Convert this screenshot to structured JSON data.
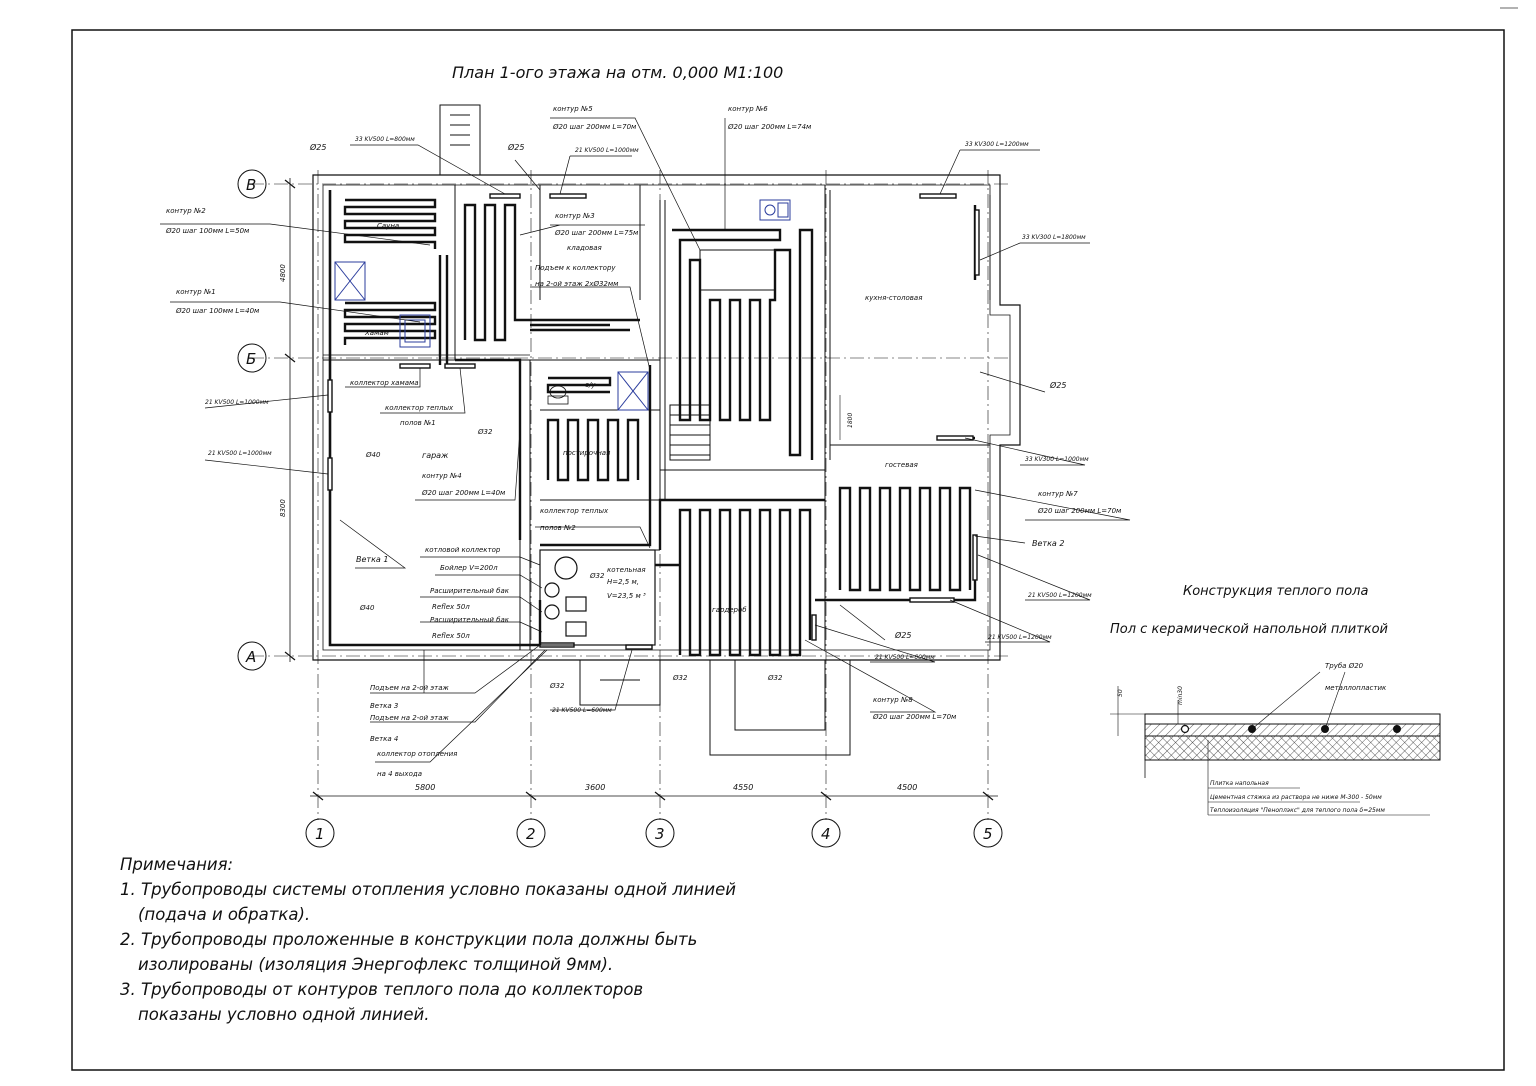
{
  "title": "План 1-ого этажа на отм. 0,000 М1:100",
  "axes": {
    "rows": [
      "В",
      "Б",
      "А"
    ],
    "cols": [
      "1",
      "2",
      "3",
      "4",
      "5"
    ],
    "col_dims": [
      "5800",
      "3600",
      "4550",
      "4500"
    ],
    "row_dims": [
      "4800",
      "8300",
      "1800"
    ]
  },
  "rooms": {
    "sauna": "Сауна",
    "hamam": "Хамам",
    "storage": "кладовая",
    "kitchen": "кухня-столовая",
    "garage": "гараж",
    "laundry": "постирочная",
    "wc": "с/у",
    "guest": "гостевая",
    "wardrobe": "гардероб",
    "boiler_room": "котельная",
    "boiler_room_h": "Н=2,5 м,",
    "boiler_room_v": "V=23,5 м ³"
  },
  "callouts": {
    "c5_title": "контур №5",
    "c5_spec": "Ø20 шаг 200мм L=70м",
    "c6_title": "контур №6",
    "c6_spec": "Ø20 шаг 200мм L=74м",
    "c2_title": "контур №2",
    "c2_spec": "Ø20 шаг 100мм L=50м",
    "c1_title": "контур №1",
    "c1_spec": "Ø20 шаг 100мм L=40м",
    "c3_title": "контур №3",
    "c3_spec": "Ø20 шаг 200мм L=75м",
    "c4_title": "контур №4",
    "c4_spec": "Ø20 шаг 200мм L=40м",
    "c7_title": "контур №7",
    "c7_spec": "Ø20 шаг 200мм L=70м",
    "c8_title": "контур №8",
    "c8_spec": "Ø20 шаг 200мм L=70м",
    "rad1": "33 KV500 L=800мм",
    "rad2": "21 KV500 L=1000мм",
    "rad3": "33 KV300 L=1200мм",
    "rad4": "33 KV300 L=1800мм",
    "rad5": "21 KV500 L=1000мм",
    "rad6": "21 KV500 L=1000мм",
    "rad7": "33 KV300 L=1000мм",
    "rad8": "21 KV500 L=1200мм",
    "rad9": "21 KV500 L=1200мм",
    "rad10": "21 KV500 L=600мм",
    "rad11": "21 KV500 L=600мм",
    "d25a": "Ø25",
    "d25b": "Ø25",
    "d25c": "Ø25",
    "d25d": "Ø25",
    "d32a": "Ø32",
    "d32b": "Ø32",
    "d32c": "Ø32",
    "d32d": "Ø32",
    "d32e": "Ø32",
    "d40a": "Ø40",
    "d40b": "Ø40",
    "riser": "Подъем к коллектору",
    "riser2": "на 2-ой этаж 2хØ32мм",
    "coll_hamam": "коллектор хамама",
    "coll_floor1a": "коллектор теплых",
    "coll_floor1b": "полов №1",
    "coll_floor2a": "коллектор теплых",
    "coll_floor2b": "полов №2",
    "boiler_coll": "котловой коллектор",
    "boiler": "Бойлер V=200л",
    "exp1": "Расширительный бак",
    "exp1b": "Reflex 50л",
    "exp2": "Расширительный бак",
    "exp2b": "Reflex 50л",
    "branch1": "Ветка 1",
    "branch2": "Ветка 2",
    "up2": "Подъем на 2-ой этаж",
    "branch3a": "Ветка 3",
    "branch3b": "Подъем на 2-ой этаж",
    "branch4a": "Ветка 4",
    "branch4b": "коллектор отопления",
    "branch4c": "на 4 выхода"
  },
  "construction": {
    "title": "Конструкция теплого пола",
    "subtitle": "Пол с керамической напольной плиткой",
    "pipe": "Труба Ø20",
    "material": "металлопластик",
    "dim50": "50",
    "dim30": "min30",
    "layer1": "Плитка напольная",
    "layer2": "Цементная стяжка из раствора не ниже М-300 - 50мм",
    "layer3": "Теплоизоляция \"Пеноплэкс\" для теплого пола δ=25мм"
  },
  "notes": {
    "heading": "Примечания:",
    "n1a": "1. Трубопроводы системы отопления условно показаны одной линией",
    "n1b": "(подача и обратка).",
    "n2a": "2. Трубопроводы проложенные в конструкции пола должны быть",
    "n2b": "изолированы (изоляция Энергофлекс толщиной 9мм).",
    "n3a": "3. Трубопроводы от контуров теплого пола до коллекторов",
    "n3b": "показаны условно одной линией."
  }
}
